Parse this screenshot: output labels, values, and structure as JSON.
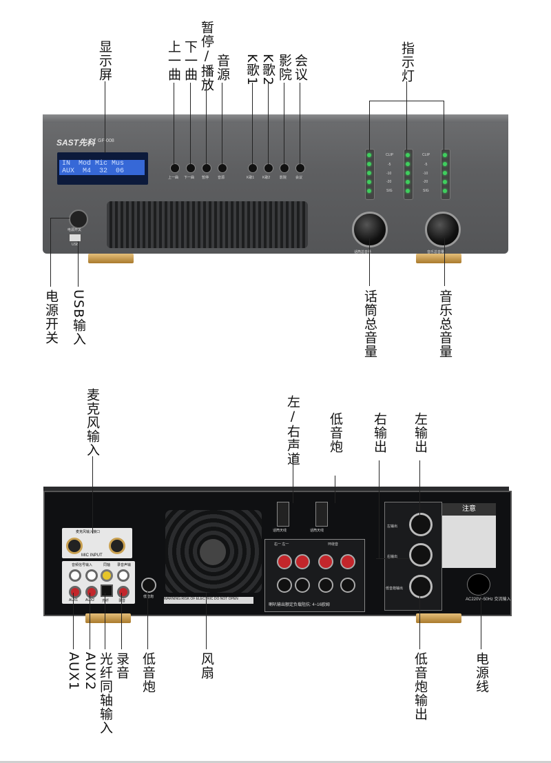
{
  "front_panel": {
    "brand": "SAST先科",
    "model": "GF-008",
    "lcd_line1": "IN  Mod Mic Mus",
    "lcd_line2": "AUX  M4  32  06",
    "button_labels": [
      "上一曲",
      "下一曲",
      "暂停",
      "音源",
      "K歌1",
      "K歌2",
      "影院",
      "会议"
    ],
    "power_label": "电源开关",
    "usb_label": "USB",
    "meter_labels": [
      "CLIP",
      "-5",
      "-10",
      "-20",
      "SIG"
    ],
    "mic_knob_label": "话筒总音量",
    "music_knob_label": "音乐总音量"
  },
  "front_callouts": {
    "display": "显示屏",
    "prev": "上一曲",
    "next": "下一曲",
    "pause_play": "暂停/播放",
    "source": "音源",
    "k1": "K歌1",
    "k2": "K歌2",
    "cinema": "影院",
    "meeting": "会议",
    "indicator": "指示灯",
    "power": "电源开关",
    "usb": "USB输入",
    "mic_volume": "话筒总音量",
    "music_volume": "音乐总音量"
  },
  "back_callouts": {
    "mic_input": "麦克风输入",
    "antenna": "左/右声道",
    "subwoofer_top": "低音炮",
    "right_out": "右输出",
    "left_out": "左输出",
    "aux1": "AUX1",
    "aux2": "AUX2",
    "optical": "光纤同轴输入",
    "record": "录音",
    "sub_knob": "低音炮",
    "fan": "风扇",
    "sub_out": "低音炮输出",
    "power_cord": "电源线"
  },
  "back_panel": {
    "mic_input_header": "麦克风输入接口",
    "mic_input_label": "MIC INPUT",
    "aux_header": "音频信号输入",
    "opt_header": "同轴",
    "rec_header": "录音声输",
    "aux_labels": [
      "AUX1",
      "AUX2",
      "光纤",
      "录音"
    ],
    "sub_knob_label": "低音炮",
    "warning": "WARNING:RISK OF ELECTRIC DO NOT OPEN",
    "antenna_labels": [
      "话筒天线",
      "话筒天线"
    ],
    "speaker_header_left": "右一  左一",
    "speaker_header_right": "环绕音",
    "speaker_footer": "喇叭输出额定负载阻抗: 4~16欧姆",
    "speakon_labels": [
      "左输出",
      "右输出",
      "低音炮输出"
    ],
    "notice_title": "注意",
    "ac_label": "AC220V~50Hz 交流输入"
  },
  "colors": {
    "front_body": "#5e5f61",
    "lcd_blue": "#3668d7",
    "led_green": "#3fcf5e",
    "gold_foot": "#d4a855",
    "red_post": "#c3262b"
  }
}
